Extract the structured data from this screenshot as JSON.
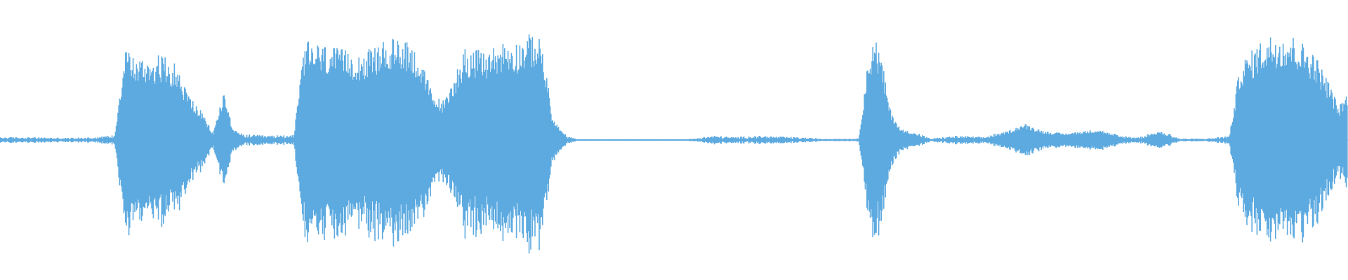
{
  "waveform": {
    "color": "#5DAAE0",
    "background": "#FFFFFF",
    "amplitude_envelope": [
      [
        0.0,
        0.02
      ],
      [
        0.02,
        0.02
      ],
      [
        0.05,
        0.015
      ],
      [
        0.07,
        0.02
      ],
      [
        0.085,
        0.035
      ],
      [
        0.093,
        0.9
      ],
      [
        0.1,
        0.74
      ],
      [
        0.11,
        0.75
      ],
      [
        0.12,
        0.78
      ],
      [
        0.13,
        0.7
      ],
      [
        0.14,
        0.42
      ],
      [
        0.15,
        0.25
      ],
      [
        0.158,
        0.06
      ],
      [
        0.166,
        0.45
      ],
      [
        0.173,
        0.1
      ],
      [
        0.18,
        0.04
      ],
      [
        0.2,
        0.03
      ],
      [
        0.218,
        0.04
      ],
      [
        0.226,
        0.9
      ],
      [
        0.24,
        0.87
      ],
      [
        0.255,
        0.82
      ],
      [
        0.27,
        0.8
      ],
      [
        0.285,
        0.9
      ],
      [
        0.3,
        0.95
      ],
      [
        0.31,
        0.8
      ],
      [
        0.322,
        0.4
      ],
      [
        0.33,
        0.36
      ],
      [
        0.345,
        0.85
      ],
      [
        0.36,
        0.8
      ],
      [
        0.372,
        0.9
      ],
      [
        0.385,
        0.9
      ],
      [
        0.395,
        0.98
      ],
      [
        0.402,
        0.9
      ],
      [
        0.41,
        0.2
      ],
      [
        0.42,
        0.03
      ],
      [
        0.43,
        0.0
      ],
      [
        0.45,
        0.005
      ],
      [
        0.48,
        0.005
      ],
      [
        0.51,
        0.005
      ],
      [
        0.53,
        0.03
      ],
      [
        0.545,
        0.02
      ],
      [
        0.56,
        0.03
      ],
      [
        0.59,
        0.02
      ],
      [
        0.61,
        0.01
      ],
      [
        0.637,
        0.01
      ],
      [
        0.642,
        0.55
      ],
      [
        0.648,
        1.0
      ],
      [
        0.654,
        0.75
      ],
      [
        0.66,
        0.3
      ],
      [
        0.668,
        0.1
      ],
      [
        0.675,
        0.08
      ],
      [
        0.69,
        0.01
      ],
      [
        0.71,
        0.03
      ],
      [
        0.73,
        0.02
      ],
      [
        0.745,
        0.07
      ],
      [
        0.76,
        0.15
      ],
      [
        0.775,
        0.08
      ],
      [
        0.79,
        0.06
      ],
      [
        0.815,
        0.1
      ],
      [
        0.83,
        0.03
      ],
      [
        0.845,
        0.02
      ],
      [
        0.86,
        0.08
      ],
      [
        0.875,
        0.01
      ],
      [
        0.895,
        0.01
      ],
      [
        0.912,
        0.03
      ],
      [
        0.92,
        0.7
      ],
      [
        0.935,
        0.9
      ],
      [
        0.945,
        0.98
      ],
      [
        0.96,
        0.95
      ],
      [
        0.975,
        0.8
      ],
      [
        0.987,
        0.5
      ],
      [
        0.993,
        0.3
      ],
      [
        1.0,
        0.45
      ]
    ]
  }
}
